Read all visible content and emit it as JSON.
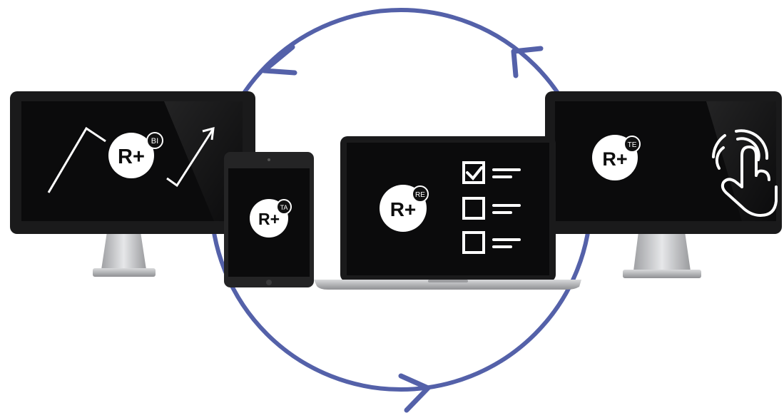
{
  "colors": {
    "cycle": "#5461a9",
    "screen": "#0b0b0c",
    "bezel": "#1a1a1b",
    "stand": "#c9cacc",
    "glyph": "#ffffff"
  },
  "logo": {
    "mark": "R+"
  },
  "devices": [
    {
      "id": "monitor-left",
      "badge": "BI",
      "icon": "line-chart-icon"
    },
    {
      "id": "tablet",
      "badge": "TA",
      "icon": ""
    },
    {
      "id": "laptop",
      "badge": "RE",
      "icon": "checklist-icon"
    },
    {
      "id": "monitor-right",
      "badge": "TE",
      "icon": "touch-hand-icon"
    }
  ],
  "cycle": {
    "direction": "counterclockwise",
    "arrows": 3,
    "icon": "cycle-arrows-icon"
  }
}
